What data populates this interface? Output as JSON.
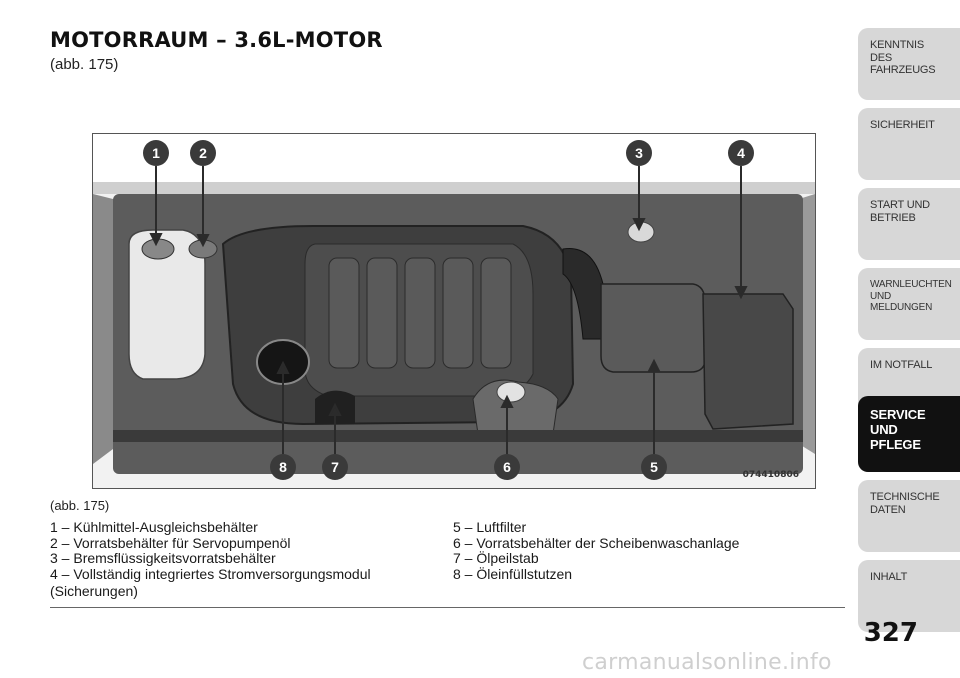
{
  "page": {
    "title": "MOTORRAUM – 3.6L-MOTOR",
    "subtitle": "(abb. 175)",
    "page_number": "327",
    "watermark": "carmanualsonline.info"
  },
  "figure": {
    "code": "074410806",
    "caption_ref": "(abb. 175)",
    "callouts": [
      "1",
      "2",
      "3",
      "4",
      "5",
      "6",
      "7",
      "8"
    ]
  },
  "legend": {
    "left": [
      "1 – Kühlmittel-Ausgleichsbehälter",
      "2 – Vorratsbehälter für Servopumpenöl",
      "3 – Bremsflüssigkeitsvorratsbehälter",
      "4 – Vollständig integriertes Stromversorgungsmodul"
    ],
    "left_cont": "(Sicherungen)",
    "right": [
      "5 – Luftfilter",
      "6 – Vorratsbehälter der Scheibenwaschanlage",
      "7 – Ölpeilstab",
      "8 – Öleinfüllstutzen"
    ]
  },
  "side_tabs": [
    {
      "label": "KENNTNIS\nDES\nFAHRZEUGS",
      "active": false
    },
    {
      "label": "SICHERHEIT",
      "active": false
    },
    {
      "label": "START UND\nBETRIEB",
      "active": false
    },
    {
      "label": "WARNLEUCHTEN\nUND\nMELDUNGEN",
      "active": false
    },
    {
      "label": "IM NOTFALL",
      "active": false
    },
    {
      "label": "SERVICE\nUND\nPFLEGE",
      "active": true
    },
    {
      "label": "TECHNISCHE\nDATEN",
      "active": false
    },
    {
      "label": "INHALT",
      "active": false
    }
  ]
}
